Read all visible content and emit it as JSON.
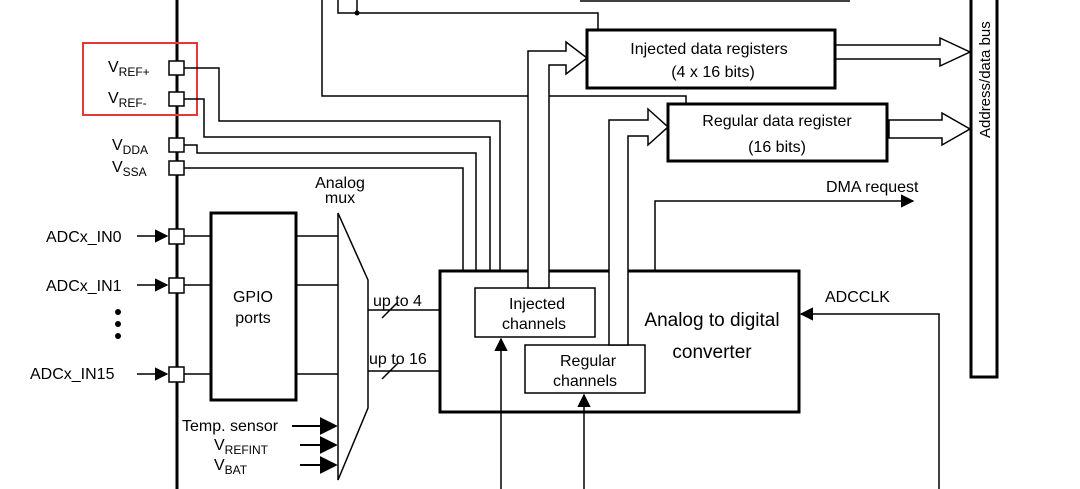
{
  "pins": {
    "vref_plus": {
      "main": "V",
      "sub": "REF+"
    },
    "vref_minus": {
      "main": "V",
      "sub": "REF-"
    },
    "vdda": {
      "main": "V",
      "sub": "DDA"
    },
    "vssa": {
      "main": "V",
      "sub": "SSA"
    },
    "in0": "ADCx_IN0",
    "in1": "ADCx_IN1",
    "in15": "ADCx_IN15"
  },
  "gpio": {
    "line1": "GPIO",
    "line2": "ports"
  },
  "mux": {
    "line1": "Analog",
    "line2": "mux"
  },
  "bus_labels": {
    "up_to_4": "up to 4",
    "up_to_16": "up to 16"
  },
  "internal": {
    "temp": "Temp. sensor",
    "vrefint": {
      "main": "V",
      "sub": "REFINT"
    },
    "vbat": {
      "main": "V",
      "sub": "BAT"
    }
  },
  "blocks": {
    "injected_regs": {
      "line1": "Injected data registers",
      "line2": "(4 x 16 bits)"
    },
    "regular_reg": {
      "line1": "Regular data register",
      "line2": "(16 bits)"
    },
    "injected_channels": {
      "line1": "Injected",
      "line2": "channels"
    },
    "regular_channels": {
      "line1": "Regular",
      "line2": "channels"
    },
    "adc": {
      "line1": "Analog to digital",
      "line2": "converter"
    }
  },
  "signals": {
    "dma": "DMA request",
    "adcclk": "ADCCLK"
  },
  "bus": {
    "label": "Address/data bus"
  },
  "colors": {
    "highlight": "#e53935",
    "ink": "#000000"
  }
}
